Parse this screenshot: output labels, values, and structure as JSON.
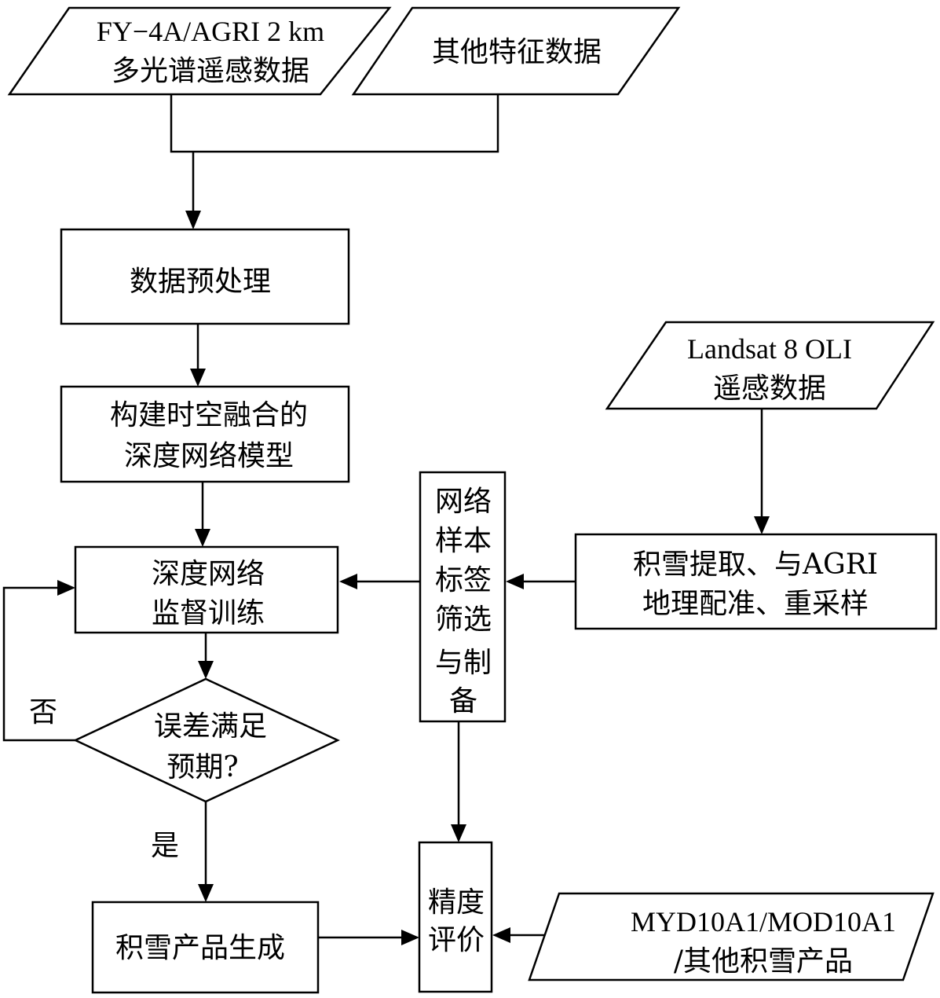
{
  "diagram": {
    "nodes": {
      "fy4a_data": {
        "type": "parallelogram",
        "lines": [
          "FY−4A/AGRI 2 km",
          "多光谱遥感数据"
        ]
      },
      "other_features": {
        "type": "parallelogram",
        "lines": [
          "其他特征数据"
        ]
      },
      "preprocess": {
        "type": "process",
        "lines": [
          "数据预处理"
        ]
      },
      "build_model": {
        "type": "process",
        "lines": [
          "构建时空融合的",
          "深度网络模型"
        ]
      },
      "supervised_training": {
        "type": "process",
        "lines": [
          "深度网络",
          "监督训练"
        ]
      },
      "error_check": {
        "type": "decision",
        "lines": [
          "误差满足",
          "预期?"
        ]
      },
      "snow_product": {
        "type": "process",
        "lines": [
          "积雪产品生成"
        ]
      },
      "landsat_data": {
        "type": "parallelogram",
        "lines": [
          "Landsat 8 OLI",
          "遥感数据"
        ]
      },
      "snow_extract": {
        "type": "process",
        "lines": [
          "积雪提取、与AGRI",
          "地理配准、重采样"
        ]
      },
      "sample_label": {
        "type": "process",
        "lines": [
          "网络",
          "样本",
          "标签",
          "筛选",
          "与制",
          "备"
        ]
      },
      "accuracy_eval": {
        "type": "process",
        "lines": [
          "精度",
          "评价"
        ]
      },
      "modis_products": {
        "type": "parallelogram",
        "lines": [
          "MYD10A1/MOD10A1",
          "/其他积雪产品"
        ]
      }
    },
    "edge_labels": {
      "no": "否",
      "yes": "是"
    },
    "edges": [
      {
        "from": "fy4a_data",
        "to": "preprocess"
      },
      {
        "from": "other_features",
        "to": "preprocess"
      },
      {
        "from": "preprocess",
        "to": "build_model"
      },
      {
        "from": "build_model",
        "to": "supervised_training"
      },
      {
        "from": "supervised_training",
        "to": "error_check"
      },
      {
        "from": "error_check",
        "to": "supervised_training",
        "label": "否"
      },
      {
        "from": "error_check",
        "to": "snow_product",
        "label": "是"
      },
      {
        "from": "landsat_data",
        "to": "snow_extract"
      },
      {
        "from": "snow_extract",
        "to": "sample_label"
      },
      {
        "from": "sample_label",
        "to": "supervised_training"
      },
      {
        "from": "sample_label",
        "to": "accuracy_eval"
      },
      {
        "from": "snow_product",
        "to": "accuracy_eval"
      },
      {
        "from": "modis_products",
        "to": "accuracy_eval"
      }
    ]
  }
}
